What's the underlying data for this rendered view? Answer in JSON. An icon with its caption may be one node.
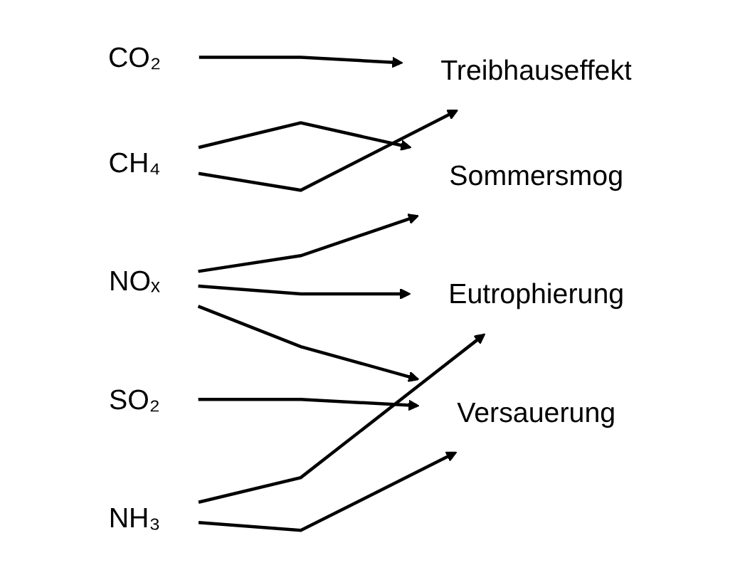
{
  "diagram": {
    "nodes": [
      {
        "text": [
          "CO₂"
        ]
      },
      {
        "text": [
          "CH₄"
        ]
      },
      {
        "text": [
          "SO₂"
        ]
      },
      {
        "text": [
          "NH₃"
        ]
      },
      {
        "text": [
          "NOₓ"
        ]
      },
      {
        "text": [
          "Treibhauseffekt"
        ]
      },
      {
        "text": [
          "Versauerung"
        ]
      },
      {
        "text": [
          "Eutrophierung"
        ]
      },
      {
        "text": [
          "Sommersmog"
        ]
      }
    ],
    "edges": [
      {
        "from": 0,
        "to": 5,
        "arrow": "to"
      },
      {
        "from": 1,
        "to": 5,
        "arrow": "to"
      },
      {
        "from": 1,
        "to": 8,
        "arrow": "to"
      },
      {
        "from": 2,
        "to": 6,
        "arrow": "to"
      },
      {
        "from": 3,
        "to": 6,
        "arrow": "to"
      },
      {
        "from": 3,
        "to": 7,
        "arrow": "to"
      },
      {
        "from": 4,
        "to": 6,
        "arrow": "to"
      },
      {
        "from": 4,
        "to": 7,
        "arrow": "to"
      },
      {
        "from": 4,
        "to": 8,
        "arrow": "to"
      }
    ]
  }
}
